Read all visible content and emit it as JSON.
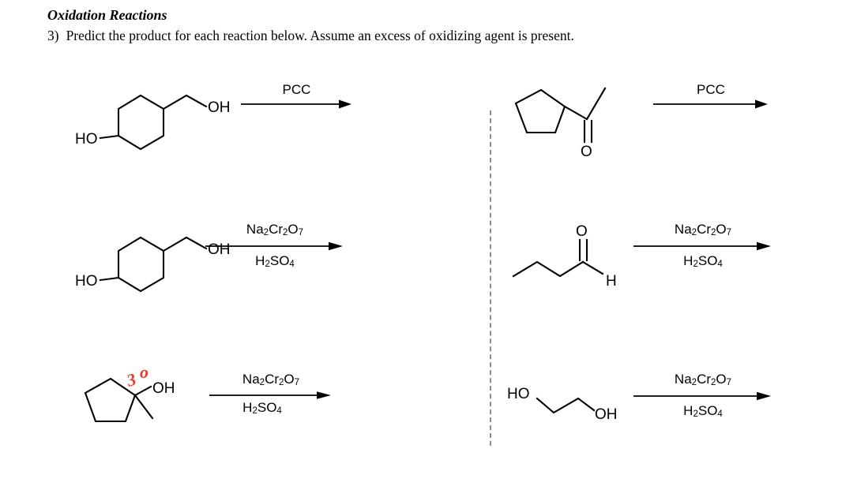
{
  "header": {
    "title": "Oxidation Reactions",
    "question_number": "3)",
    "instruction": "Predict the product for each reaction below. Assume an excess of oxidizing agent is present."
  },
  "divider": {
    "name": "column-divider",
    "style": "dashed-vertical",
    "color": "#8d8d8d"
  },
  "annotation_color": "#ed3a27",
  "reactions": [
    {
      "id": "rxn-1",
      "column": "left",
      "row": 1,
      "substrate": {
        "name": "4-(hydroxymethyl)cyclohexan-1-ol",
        "skeleton": "cyclohexane-ring",
        "labels": [
          "HO",
          "OH"
        ]
      },
      "reagent_top": "PCC",
      "reagent_bottom": "",
      "annotation": ""
    },
    {
      "id": "rxn-2",
      "column": "right",
      "row": 1,
      "substrate": {
        "name": "1-cyclopentylethan-1-one",
        "skeleton": "cyclopentane-ketone",
        "labels": [
          "O"
        ]
      },
      "reagent_top": "PCC",
      "reagent_bottom": "",
      "annotation": ""
    },
    {
      "id": "rxn-3",
      "column": "left",
      "row": 2,
      "substrate": {
        "name": "4-(hydroxymethyl)cyclohexan-1-ol",
        "skeleton": "cyclohexane-ring",
        "labels": [
          "HO",
          "OH"
        ]
      },
      "reagent_top": "Na2Cr2O7",
      "reagent_bottom": "H2SO4",
      "annotation": ""
    },
    {
      "id": "rxn-4",
      "column": "right",
      "row": 2,
      "substrate": {
        "name": "butanal",
        "skeleton": "aldehyde-chain",
        "labels": [
          "O",
          "H"
        ]
      },
      "reagent_top": "Na2Cr2O7",
      "reagent_bottom": "H2SO4",
      "annotation": ""
    },
    {
      "id": "rxn-5",
      "column": "left",
      "row": 3,
      "substrate": {
        "name": "1-methylcyclopentan-1-ol",
        "skeleton": "cyclopentane-tertiary-alcohol",
        "labels": [
          "OH"
        ]
      },
      "reagent_top": "Na2Cr2O7",
      "reagent_bottom": "H2SO4",
      "annotation": "3"
    },
    {
      "id": "rxn-6",
      "column": "right",
      "row": 3,
      "substrate": {
        "name": "ethane-1,2-diol",
        "skeleton": "diol-chain",
        "labels": [
          "HO",
          "OH"
        ]
      },
      "reagent_top": "Na2Cr2O7",
      "reagent_bottom": "H2SO4",
      "annotation": ""
    }
  ],
  "labels": {
    "HO": "HO",
    "OH": "OH",
    "O": "O",
    "H": "H",
    "degree_sign": "o"
  },
  "reagent_parts": {
    "pcc": "PCC",
    "na": "Na",
    "cr": "Cr",
    "o": "O",
    "two": "2",
    "seven": "7",
    "h": "H",
    "s": "S",
    "four": "4"
  }
}
